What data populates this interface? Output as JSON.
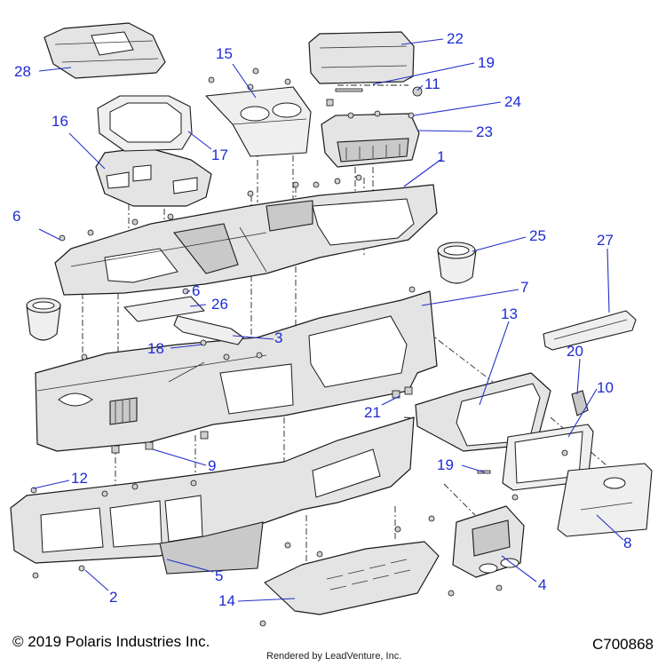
{
  "copyright": "© 2019 Polaris Industries Inc.",
  "diagram_code": "C700868",
  "rendered_by": "Rendered by LeadVenture, Inc.",
  "callouts": [
    {
      "id": "c1",
      "text": "1"
    },
    {
      "id": "c2",
      "text": "2"
    },
    {
      "id": "c3",
      "text": "3"
    },
    {
      "id": "c4",
      "text": "4"
    },
    {
      "id": "c5",
      "text": "5"
    },
    {
      "id": "c6a",
      "text": "6"
    },
    {
      "id": "c6b",
      "text": "6"
    },
    {
      "id": "c7",
      "text": "7"
    },
    {
      "id": "c8",
      "text": "8"
    },
    {
      "id": "c9",
      "text": "9"
    },
    {
      "id": "c10",
      "text": "10"
    },
    {
      "id": "c11",
      "text": "11"
    },
    {
      "id": "c12",
      "text": "12"
    },
    {
      "id": "c13",
      "text": "13"
    },
    {
      "id": "c14",
      "text": "14"
    },
    {
      "id": "c15",
      "text": "15"
    },
    {
      "id": "c16",
      "text": "16"
    },
    {
      "id": "c17",
      "text": "17"
    },
    {
      "id": "c18",
      "text": "18"
    },
    {
      "id": "c19a",
      "text": "19"
    },
    {
      "id": "c19b",
      "text": "19"
    },
    {
      "id": "c20",
      "text": "20"
    },
    {
      "id": "c21",
      "text": "21"
    },
    {
      "id": "c22",
      "text": "22"
    },
    {
      "id": "c23",
      "text": "23"
    },
    {
      "id": "c24",
      "text": "24"
    },
    {
      "id": "c25",
      "text": "25"
    },
    {
      "id": "c26",
      "text": "26"
    },
    {
      "id": "c27",
      "text": "27"
    },
    {
      "id": "c28",
      "text": "28"
    }
  ]
}
